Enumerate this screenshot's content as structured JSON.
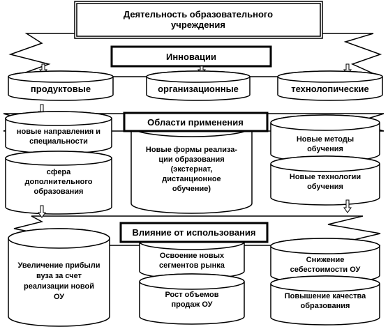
{
  "diagram": {
    "title_lines": [
      "Деятельность образовательного",
      "учреждения"
    ],
    "innovations_label": "Инновации",
    "areas_label": "Области применения",
    "influence_label": "Влияние от использования",
    "types": {
      "product": "продуктовые",
      "organizational": "организационные",
      "technological": "технолопические"
    },
    "areas": {
      "left_top_lines": [
        "новые направления и",
        "специальности"
      ],
      "left_bottom_lines": [
        "сфера",
        "дополнительного",
        "образования"
      ],
      "center_lines": [
        "Новые формы реализа-",
        "ции образования",
        "(экстернат,",
        "дистанционное",
        "обучение)"
      ],
      "right_top_lines": [
        "Новые методы",
        "обучения"
      ],
      "right_bottom_lines": [
        "Новые технологии",
        "обучения"
      ]
    },
    "effects": {
      "left_lines": [
        "Увеличение прибыли",
        "вуза за счет",
        "реализации новой",
        "ОУ"
      ],
      "center_top_lines": [
        "Освоение новых",
        "сегментов рынка"
      ],
      "center_bottom_lines": [
        "Рост объемов",
        "продаж ОУ"
      ],
      "right_top_lines": [
        "Снижение",
        "себестоимости ОУ"
      ],
      "right_bottom_lines": [
        "Повышение качества",
        "образования"
      ]
    },
    "colors": {
      "stroke": "#000000",
      "fill": "#ffffff"
    }
  }
}
